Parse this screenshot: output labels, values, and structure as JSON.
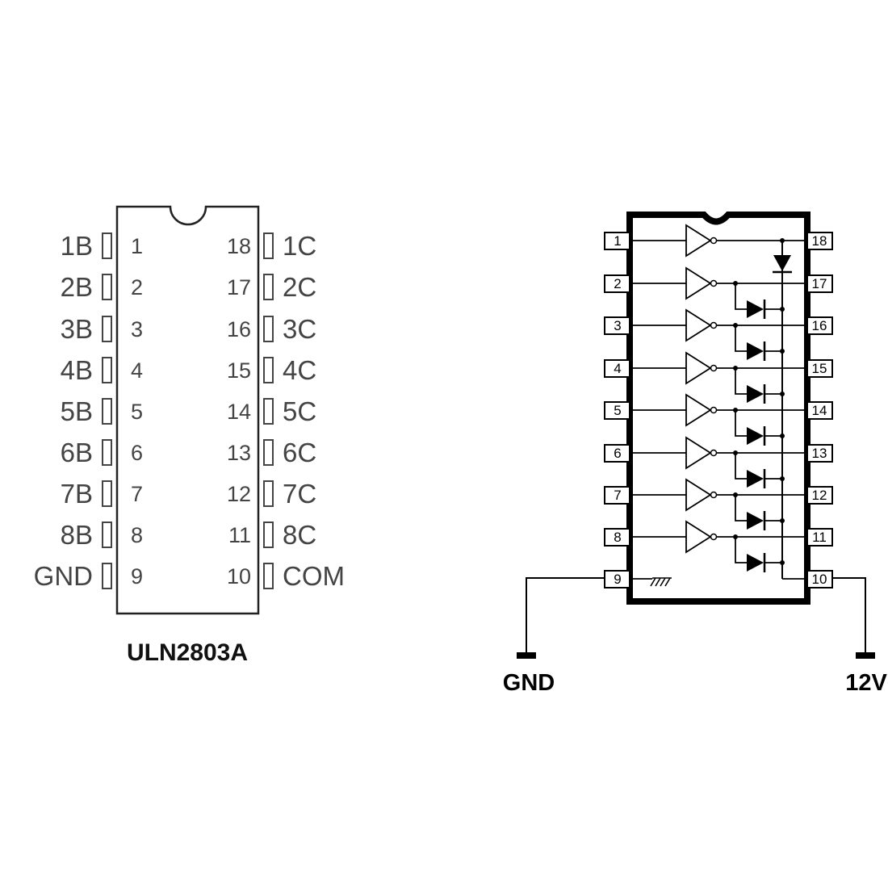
{
  "pinout": {
    "chip_name": "ULN2803A",
    "left_pins": [
      {
        "label": "1B",
        "number": "1"
      },
      {
        "label": "2B",
        "number": "2"
      },
      {
        "label": "3B",
        "number": "3"
      },
      {
        "label": "4B",
        "number": "4"
      },
      {
        "label": "5B",
        "number": "5"
      },
      {
        "label": "6B",
        "number": "6"
      },
      {
        "label": "7B",
        "number": "7"
      },
      {
        "label": "8B",
        "number": "8"
      },
      {
        "label": "GND",
        "number": "9"
      }
    ],
    "right_pins": [
      {
        "label": "1C",
        "number": "18"
      },
      {
        "label": "2C",
        "number": "17"
      },
      {
        "label": "3C",
        "number": "16"
      },
      {
        "label": "4C",
        "number": "15"
      },
      {
        "label": "5C",
        "number": "14"
      },
      {
        "label": "6C",
        "number": "13"
      },
      {
        "label": "7C",
        "number": "12"
      },
      {
        "label": "8C",
        "number": "11"
      },
      {
        "label": "COM",
        "number": "10"
      }
    ]
  },
  "schematic": {
    "left_numbers": [
      "1",
      "2",
      "3",
      "4",
      "5",
      "6",
      "7",
      "8",
      "9"
    ],
    "right_numbers": [
      "18",
      "17",
      "16",
      "15",
      "14",
      "13",
      "12",
      "11",
      "10"
    ],
    "gnd_label": "GND",
    "supply_label": "12V"
  }
}
